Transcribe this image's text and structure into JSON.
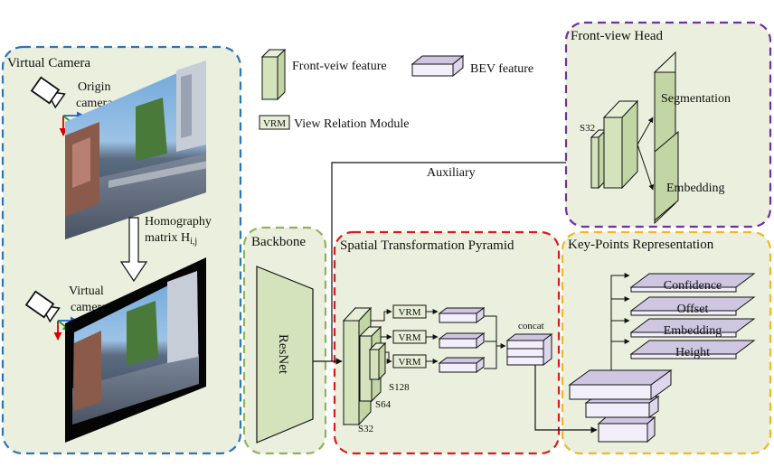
{
  "legend": {
    "front_feature": "Front-veiw feature",
    "bev_feature": "BEV feature",
    "vrm_tag": "VRM",
    "vrm_desc": "View Relation Module"
  },
  "virtual_camera": {
    "title": "Virtual Camera",
    "origin_l1": "Origin",
    "origin_l2": "camera",
    "homography_l1": "Homography",
    "homography_l2": "matrix H",
    "homography_sub": "i,j",
    "virtual_l1": "Virtual",
    "virtual_l2": "camera"
  },
  "backbone": {
    "title": "Backbone",
    "net": "ResNet"
  },
  "stp": {
    "title": "Spatial Transformation Pyramid",
    "vrm": [
      "VRM",
      "VRM",
      "VRM"
    ],
    "concat": "concat",
    "s32": "S32",
    "s64": "S64",
    "s128": "S128"
  },
  "auxiliary": "Auxiliary",
  "front_head": {
    "title": "Front-view Head",
    "s32": "S32",
    "segmentation": "Segmentation",
    "embedding": "Embedding"
  },
  "keypoints": {
    "title": "Key-Points Representation",
    "outputs": [
      "Confidence",
      "Offset",
      "Embedding",
      "Height"
    ]
  },
  "colors": {
    "panel_fill": "#eaf0dd",
    "feature_green": "#d5e3bd",
    "bev_purple": "#cfc6e2",
    "blue_dash": "#2e75b6",
    "green_dash": "#8fb35c",
    "red_dash": "#e01818",
    "purple_dash": "#7030a0",
    "orange_dash": "#f4b626"
  }
}
